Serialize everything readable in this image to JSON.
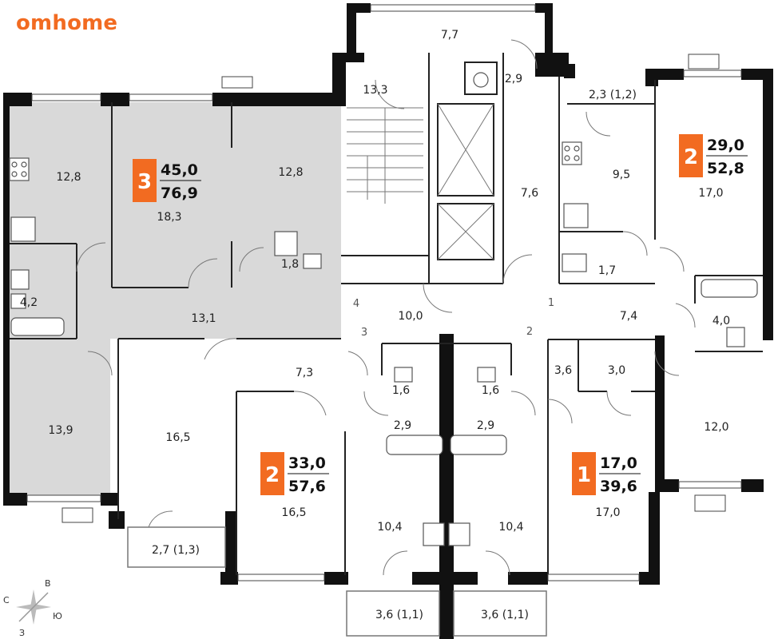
{
  "brand": {
    "logo_text": "omhome",
    "accent": "#f26b21",
    "highlight": "#d9d9d9"
  },
  "compass": {
    "north": "В",
    "east": "Ю",
    "south": "З",
    "west": "С"
  },
  "apartments": [
    {
      "rooms": "3",
      "living": "45,0",
      "total": "76,9"
    },
    {
      "rooms": "2",
      "living": "29,0",
      "total": "52,8"
    },
    {
      "rooms": "2",
      "living": "33,0",
      "total": "57,6"
    },
    {
      "rooms": "1",
      "living": "17,0",
      "total": "39,6"
    }
  ],
  "rooms": [
    "7,7",
    "13,3",
    "2,9",
    "2,3 (1,2)",
    "12,8",
    "12,8",
    "18,3",
    "9,5",
    "17,0",
    "7,6",
    "1,8",
    "1,7",
    "4,2",
    "13,1",
    "10,0",
    "7,4",
    "4,0",
    "7,3",
    "3,6",
    "3,0",
    "1,6",
    "1,6",
    "2,9",
    "2,9",
    "13,9",
    "16,5",
    "16,5",
    "12,0",
    "17,0",
    "10,4",
    "10,4",
    "2,7 (1,3)",
    "3,6 (1,1)",
    "3,6 (1,1)"
  ],
  "entrances": [
    "4",
    "3",
    "1",
    "2"
  ]
}
